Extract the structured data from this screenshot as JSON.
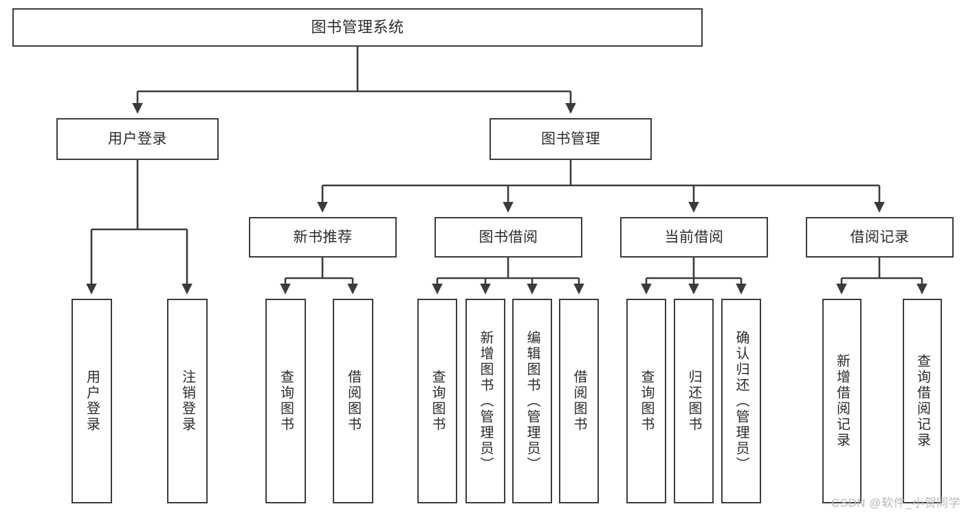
{
  "diagram": {
    "title": "图书管理系统",
    "type": "tree-hierarchy",
    "colors": {
      "box_border": "#3b3b3b",
      "box_fill": "#ffffff",
      "connector": "#3b3b3b",
      "text": "#2b2b2b",
      "watermark": "#b9b9b9"
    },
    "nodes": {
      "root": {
        "label": "图书管理系统",
        "level": 0,
        "orientation": "horizontal"
      },
      "l1": [
        {
          "label": "用户登录",
          "orientation": "horizontal"
        },
        {
          "label": "图书管理",
          "orientation": "horizontal"
        }
      ],
      "l2": [
        {
          "label": "新书推荐",
          "orientation": "horizontal"
        },
        {
          "label": "图书借阅",
          "orientation": "horizontal"
        },
        {
          "label": "当前借阅",
          "orientation": "horizontal"
        },
        {
          "label": "借阅记录",
          "orientation": "horizontal"
        }
      ],
      "leaves": {
        "user_login": [
          {
            "label": "用户登录",
            "orientation": "vertical"
          },
          {
            "label": "注销登录",
            "orientation": "vertical"
          }
        ],
        "new_book": [
          {
            "label": "查询图书",
            "orientation": "vertical"
          },
          {
            "label": "借阅图书",
            "orientation": "vertical"
          }
        ],
        "borrow_book": [
          {
            "label": "查询图书",
            "orientation": "vertical"
          },
          {
            "label": "新增图书（管理员）",
            "orientation": "vertical"
          },
          {
            "label": "编辑图书（管理员）",
            "orientation": "vertical"
          },
          {
            "label": "借阅图书",
            "orientation": "vertical"
          }
        ],
        "current_borrow": [
          {
            "label": "查询图书",
            "orientation": "vertical"
          },
          {
            "label": "归还图书",
            "orientation": "vertical"
          },
          {
            "label": "确认归还（管理员）",
            "orientation": "vertical"
          }
        ],
        "borrow_record": [
          {
            "label": "新增借阅记录",
            "orientation": "vertical"
          },
          {
            "label": "查询借阅记录",
            "orientation": "vertical"
          }
        ]
      }
    }
  },
  "watermark": {
    "text": "CSDN @软件_小贺同学"
  }
}
